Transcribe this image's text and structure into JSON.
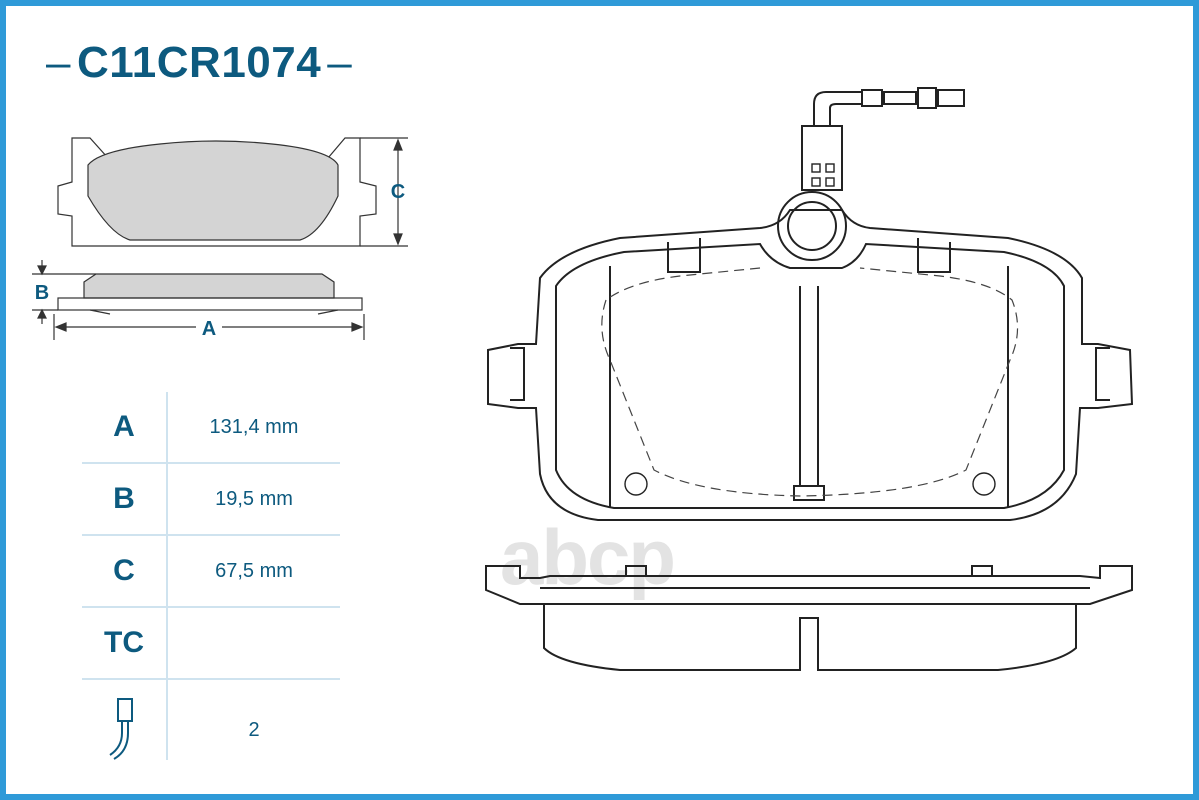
{
  "part_number": "C11CR1074",
  "title_dash": "–",
  "watermark": "abcp",
  "dimension_labels": {
    "a": "A",
    "b": "B",
    "c": "C"
  },
  "specs": [
    {
      "key": "A",
      "value": "131,4 mm"
    },
    {
      "key": "B",
      "value": "19,5 mm"
    },
    {
      "key": "C",
      "value": "67,5 mm"
    },
    {
      "key": "TC",
      "value": ""
    },
    {
      "key": "sensor-icon",
      "value": "2"
    }
  ],
  "colors": {
    "frame": "#2f9ad8",
    "text": "#0d5a7f",
    "pad_fill": "#d4d4d4",
    "line": "#222222"
  }
}
